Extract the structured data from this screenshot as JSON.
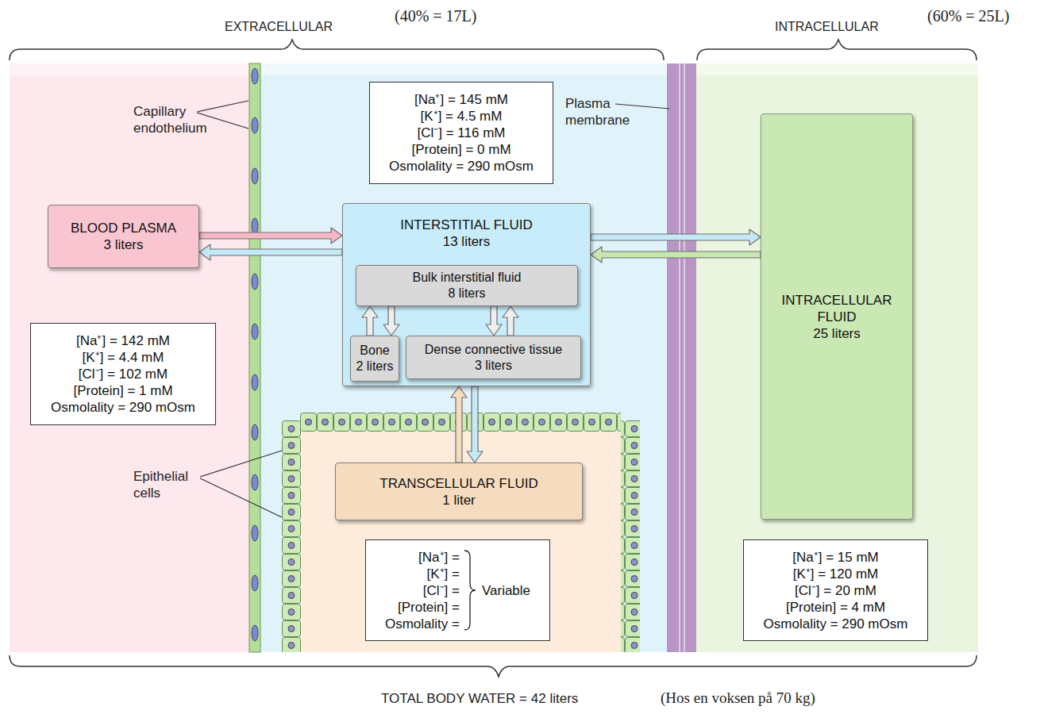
{
  "diagram": {
    "nodes": [
      {
        "text": [
          "[Na⁺] = 145 mM",
          "[K⁺] = 4.5 mM",
          "[Cl⁻] = 116 mM",
          "[Protein] = 0 mM",
          "Osmolality = 290 mOsm"
        ]
      },
      {
        "text": [
          "BLOOD PLASMA",
          "3 liters"
        ]
      },
      {
        "text": [
          "INTERSTITIAL FLUID",
          "13 liters"
        ]
      },
      {
        "text": [
          "Bulk interstitial fluid",
          "8 liters"
        ],
        "in": 2
      },
      {
        "text": [
          "Bone",
          "2 liters"
        ],
        "in": 2
      },
      {
        "text": [
          "Dense connective tissue",
          "3 liters"
        ],
        "in": 2
      },
      {
        "text": [
          "INTRACELLULAR FLUID",
          "25 liters"
        ]
      },
      {
        "text": [
          "[Na⁺] = 142 mM",
          "[K⁺] = 4.4 mM",
          "[Cl⁻] = 102 mM",
          "[Protein] = 1 mM",
          "Osmolality = 290 mOsm"
        ]
      },
      {
        "text": [
          "TRANSCELLULAR FLUID",
          "1 liter"
        ]
      },
      {
        "text": [
          "[Na⁺] =",
          "[K⁺] =",
          "[Cl⁻] =",
          "[Protein] =",
          "Osmolality =",
          "Variable"
        ]
      },
      {
        "text": [
          "[Na⁺] = 15 mM",
          "[K⁺] = 120 mM",
          "[Cl⁻] = 20 mM",
          "[Protein] = 4 mM",
          "Osmolality = 290 mOsm"
        ]
      }
    ],
    "edges": [
      {
        "from": 1,
        "to": 2,
        "arrow": "to"
      },
      {
        "from": 2,
        "to": 1,
        "arrow": "to"
      },
      {
        "from": 2,
        "to": 6,
        "arrow": "to"
      },
      {
        "from": 6,
        "to": 2,
        "arrow": "to"
      },
      {
        "from": 3,
        "to": 4,
        "arrow": "to"
      },
      {
        "from": 4,
        "to": 3,
        "arrow": "to"
      },
      {
        "from": 3,
        "to": 5,
        "arrow": "to"
      },
      {
        "from": 5,
        "to": 3,
        "arrow": "to"
      },
      {
        "from": 8,
        "to": 2,
        "arrow": "to"
      },
      {
        "from": 2,
        "to": 8,
        "arrow": "to"
      }
    ],
    "labels": [
      "EXTRACELLULAR",
      "(40% = 17L)",
      "INTRACELLULAR",
      "(60% = 25L)",
      "Capillary endothelium",
      "Plasma membrane",
      "Epithelial cells",
      "TOTAL BODY WATER = 42 liters",
      "(Hos en voksen på 70 kg)"
    ]
  }
}
